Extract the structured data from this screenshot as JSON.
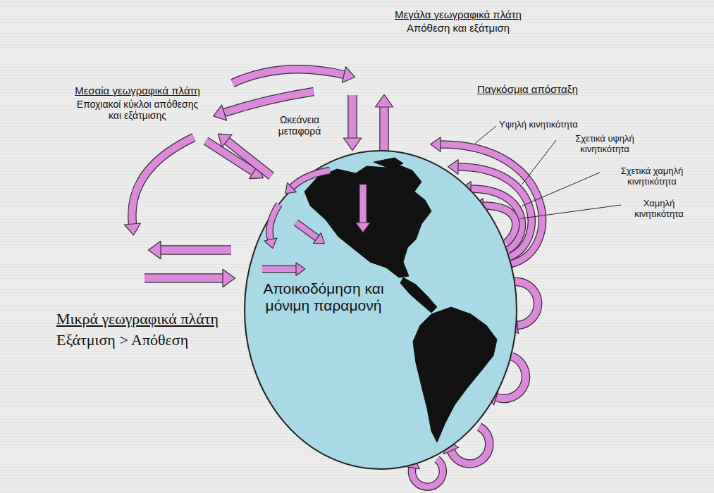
{
  "diagram": {
    "nodes": [
      {
        "text": [
          "Αποικοδόμηση και μόνιμη παραμονή"
        ]
      }
    ],
    "labels": [
      "Μεγάλα γεωγραφικά πλάτη",
      "Απόθεση και εξάτμιση",
      "Μεσαία γεωγραφικά πλάτη",
      "Εποχιακοί κύκλοι απόθεσης και εξάτμισης",
      "Ωκεάνεια μεταφορά",
      "Παγκόσμια απόσταξη",
      "Υψηλή κινητικότητα",
      "Σχετικά υψηλή κινητικότητα",
      "Σχετικά χαμηλή κινητικότητα",
      "Χαμηλή κινητικότητα",
      "Μικρά γεωγραφικά πλάτη",
      "Εξάτμιση > Απόθεση"
    ]
  }
}
